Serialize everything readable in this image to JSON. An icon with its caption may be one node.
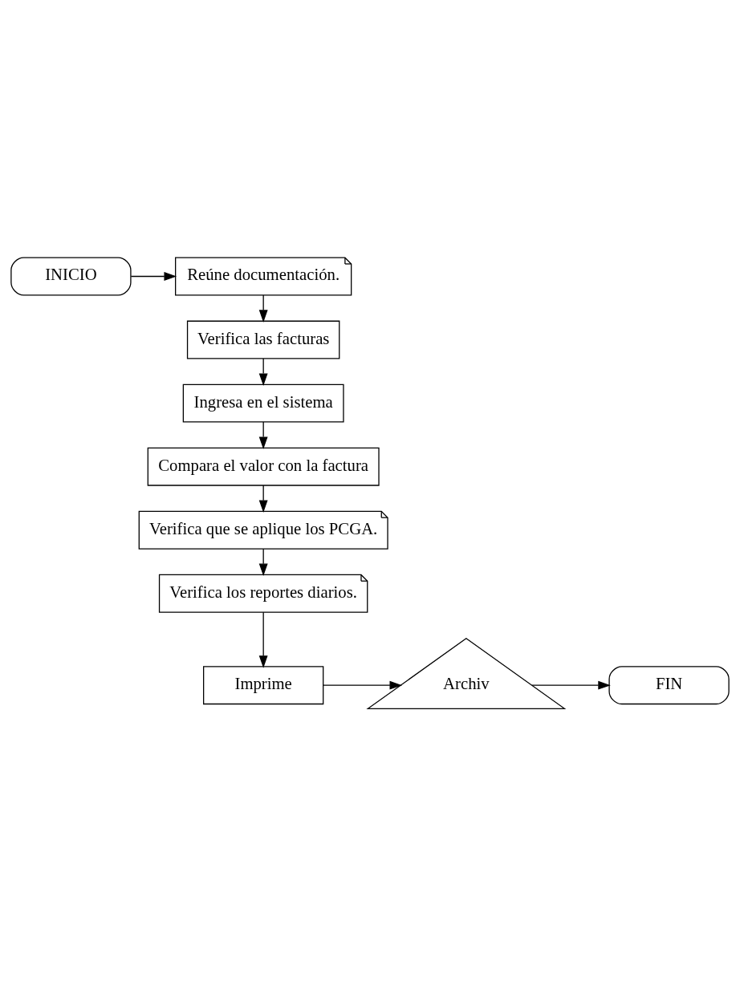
{
  "diagram": {
    "nodes": [
      {
        "text": [
          "INICIO"
        ]
      },
      {
        "text": [
          "Reúne documentación."
        ]
      },
      {
        "text": [
          "Verifica las facturas"
        ]
      },
      {
        "text": [
          "Ingresa en el sistema"
        ]
      },
      {
        "text": [
          "Compara el valor con la factura"
        ]
      },
      {
        "text": [
          "Verifica que se aplique los PCGA."
        ]
      },
      {
        "text": [
          "Verifica los reportes diarios."
        ]
      },
      {
        "text": [
          "Imprime"
        ]
      },
      {
        "text": [
          "Archiv"
        ]
      },
      {
        "text": [
          "FIN"
        ]
      }
    ],
    "edges": [
      {
        "from": 0,
        "to": 1,
        "arrow": "to"
      },
      {
        "from": 1,
        "to": 2,
        "arrow": "to"
      },
      {
        "from": 2,
        "to": 3,
        "arrow": "to"
      },
      {
        "from": 3,
        "to": 4,
        "arrow": "to"
      },
      {
        "from": 4,
        "to": 5,
        "arrow": "to"
      },
      {
        "from": 5,
        "to": 6,
        "arrow": "to"
      },
      {
        "from": 6,
        "to": 7,
        "arrow": "to"
      },
      {
        "from": 7,
        "to": 8,
        "arrow": "to"
      },
      {
        "from": 8,
        "to": 9,
        "arrow": "to"
      }
    ]
  }
}
